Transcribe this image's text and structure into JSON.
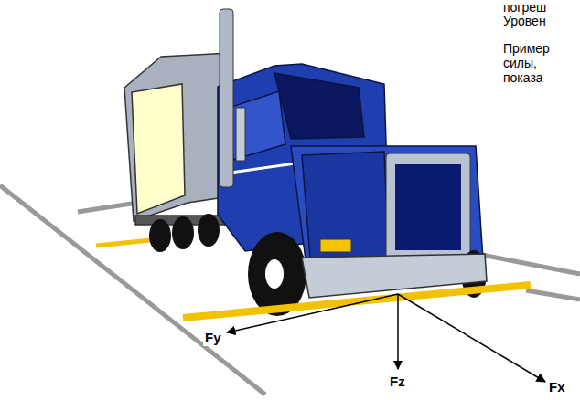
{
  "diagram": {
    "labels": [
      "погреш",
      "Уровен",
      "Пример",
      "силы,",
      "показа",
      "Fy",
      "Fz",
      "Fx"
    ]
  }
}
